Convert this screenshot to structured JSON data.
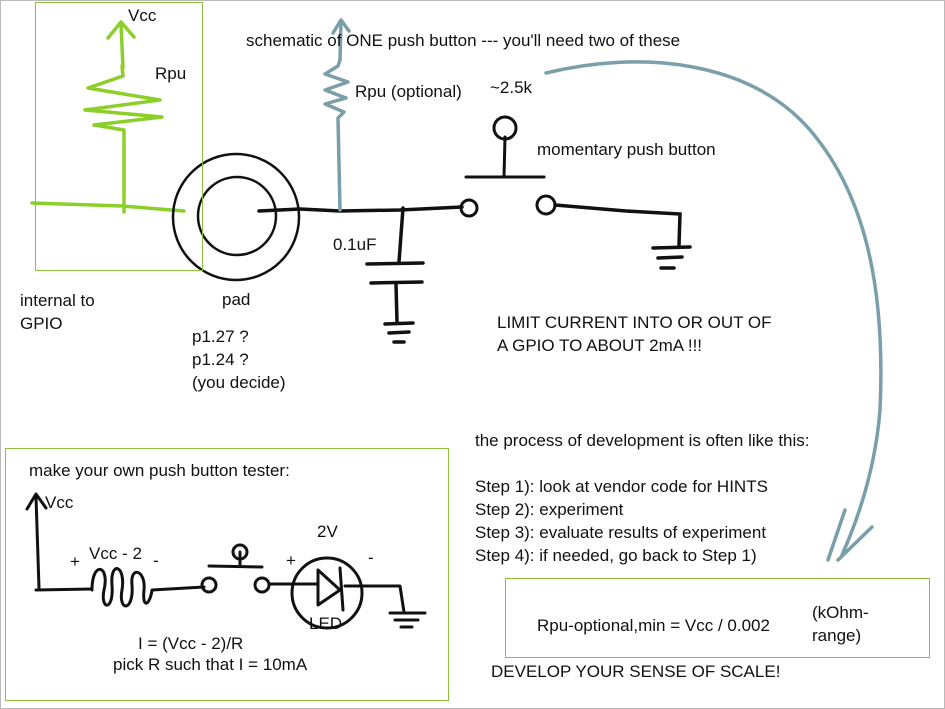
{
  "colors": {
    "ink": "#111111",
    "green": "#8ccf2a",
    "blue_gray": "#7a9faa",
    "box_border": "#8fbf3a"
  },
  "top_schematic": {
    "vcc_label": "Vcc",
    "rpu_label": "Rpu",
    "title": "schematic of ONE push button ---  you'll need two of these",
    "rpu_optional_label": "Rpu (optional)",
    "approx_value": "~2.5k",
    "button_label": "momentary push button",
    "cap_label": "0.1uF",
    "internal_label_line1": "internal to",
    "internal_label_line2": "GPIO",
    "pad_label": "pad",
    "pin_options": [
      "p1.27 ?",
      "p1.24 ?",
      "(you decide)"
    ],
    "warning_line1": "LIMIT CURRENT INTO OR OUT OF",
    "warning_line2": "A GPIO TO ABOUT 2mA !!!"
  },
  "tester": {
    "title": "make your own push button tester:",
    "vcc_label": "Vcc",
    "plus1": "+",
    "resistor_label": "Vcc - 2",
    "minus1": "-",
    "led_voltage": "2V",
    "plus2": "+",
    "minus2": "-",
    "led_label": "LED",
    "formula": "I = (Vcc - 2)/R",
    "instruction": "pick R such that I = 10mA"
  },
  "process": {
    "intro": "the process of development is often like this:",
    "steps": [
      "Step 1): look at vendor code for HINTS",
      "Step 2): experiment",
      "Step 3): evaluate results of experiment",
      "Step 4): if needed, go back to Step 1)"
    ]
  },
  "formula_box": {
    "formula": "Rpu-optional,min = Vcc / 0.002",
    "range_line1": "(kOhm-",
    "range_line2": "range)"
  },
  "footer": "DEVELOP YOUR SENSE OF SCALE!"
}
